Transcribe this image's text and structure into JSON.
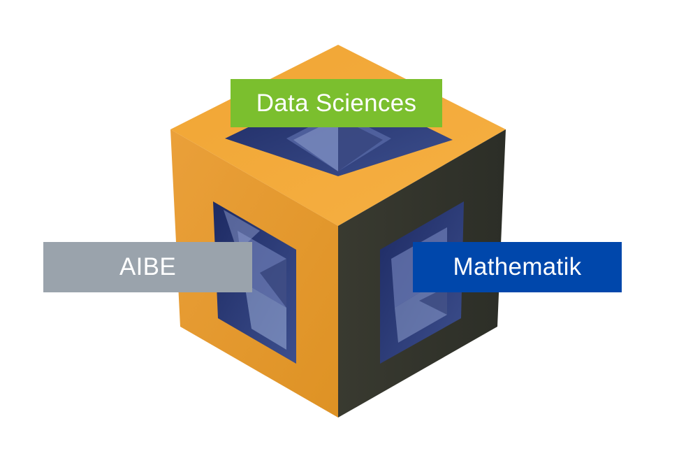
{
  "labels": {
    "top": "Data Sciences",
    "left": "AIBE",
    "right": "Mathematik"
  },
  "colors": {
    "top_label": "#7bbf2e",
    "left_label": "#9aa3ac",
    "right_label": "#0047ab",
    "cube_light": "#f3a635",
    "cube_mid": "#e99a29",
    "cube_dark": "#33352c",
    "inner_blue": "#2b3a73"
  }
}
